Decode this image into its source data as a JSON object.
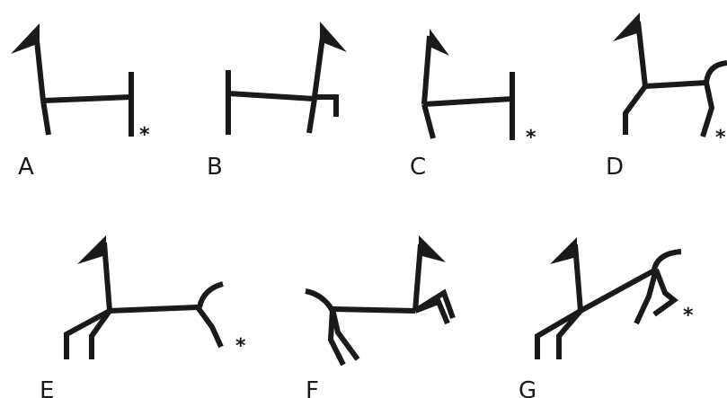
{
  "figures": [
    {
      "label": "A",
      "marker": "*"
    },
    {
      "label": "B",
      "marker": ""
    },
    {
      "label": "C",
      "marker": "*"
    },
    {
      "label": "D",
      "marker": "*"
    },
    {
      "label": "E",
      "marker": "*"
    },
    {
      "label": "F",
      "marker": ""
    },
    {
      "label": "G",
      "marker": "*"
    }
  ]
}
